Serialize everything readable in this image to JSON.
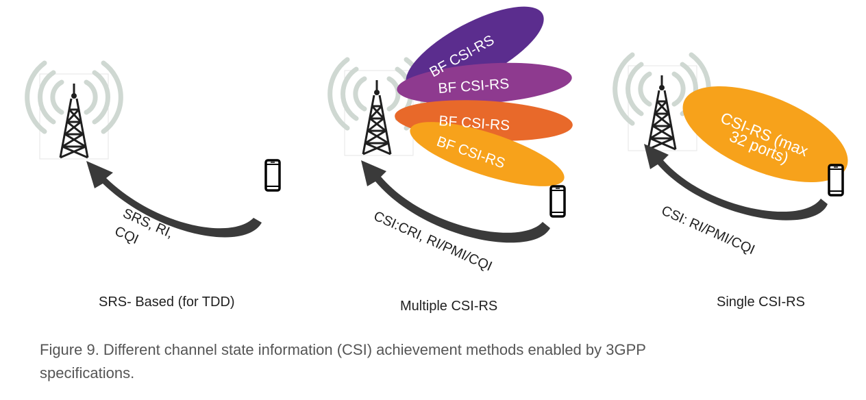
{
  "panels": [
    {
      "title": "SRS- Based (for TDD)",
      "feedback_line1": "SRS, RI,",
      "feedback_line2": "CQI"
    },
    {
      "title": "Multiple CSI-RS",
      "feedback": "CSI:CRI, RI/PMI/CQI",
      "beams": [
        "BF CSI-RS",
        "BF CSI-RS",
        "BF CSI-RS",
        "BF CSI-RS"
      ]
    },
    {
      "title": "Single CSI-RS",
      "feedback": "CSI: RI/PMI/CQI",
      "beam_line1": "CSI-RS (max",
      "beam_line2": "32 ports)"
    }
  ],
  "colors": {
    "beam_purple_dark": "#5b2d8e",
    "beam_purple": "#8e3a8f",
    "beam_orange_dark": "#e8692a",
    "beam_orange": "#f7a21b",
    "arrow": "#3a3a3a",
    "tower": "#1f1f1f",
    "waves": "#cfd8d2"
  },
  "caption": {
    "line1": "Figure 9. Different channel state information (CSI) achievement methods enabled by 3GPP",
    "line2": "specifications."
  }
}
